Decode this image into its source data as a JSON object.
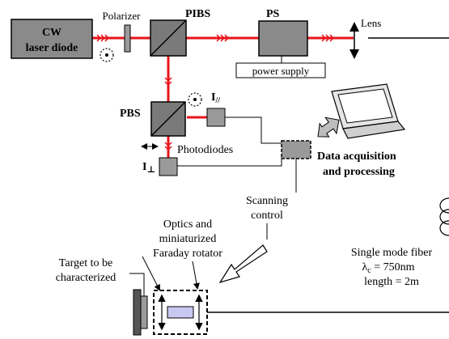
{
  "components": {
    "laser_line1": "CW",
    "laser_line2": "laser diode",
    "polarizer": "Polarizer",
    "pibs": "PIBS",
    "ps": "PS",
    "power_supply": "power supply",
    "lens": "Lens",
    "pbs": "PBS",
    "i_parallel": "I",
    "i_parallel_sub": "//",
    "i_perp": "I",
    "i_perp_sub": "⊥",
    "photodiodes": "Photodiodes",
    "daq_line1": "Data acquisition",
    "daq_line2": "and processing",
    "scan_line1": "Scanning",
    "scan_line2": "control",
    "optics_line1": "Optics and",
    "optics_line2": "miniaturized",
    "optics_line3": "Faraday rotator",
    "target_line1": "Target to be",
    "target_line2": "characterized",
    "fiber_line1": "Single mode fiber",
    "fiber_lambda": "λ",
    "fiber_lambda_sub": "c",
    "fiber_lambda_val": " = 750nm",
    "fiber_length": "length = 2m"
  },
  "colors": {
    "beam": "#e8141b",
    "box_fill": "#8a8a8a",
    "box_dark": "#555555",
    "line": "#000000",
    "rod_fill": "#c8c8f0"
  },
  "icons": [
    "polarization-dot-icon",
    "polarization-dot-icon-2",
    "laptop-icon",
    "double-arrow-icon",
    "scan-arrow-icon"
  ]
}
